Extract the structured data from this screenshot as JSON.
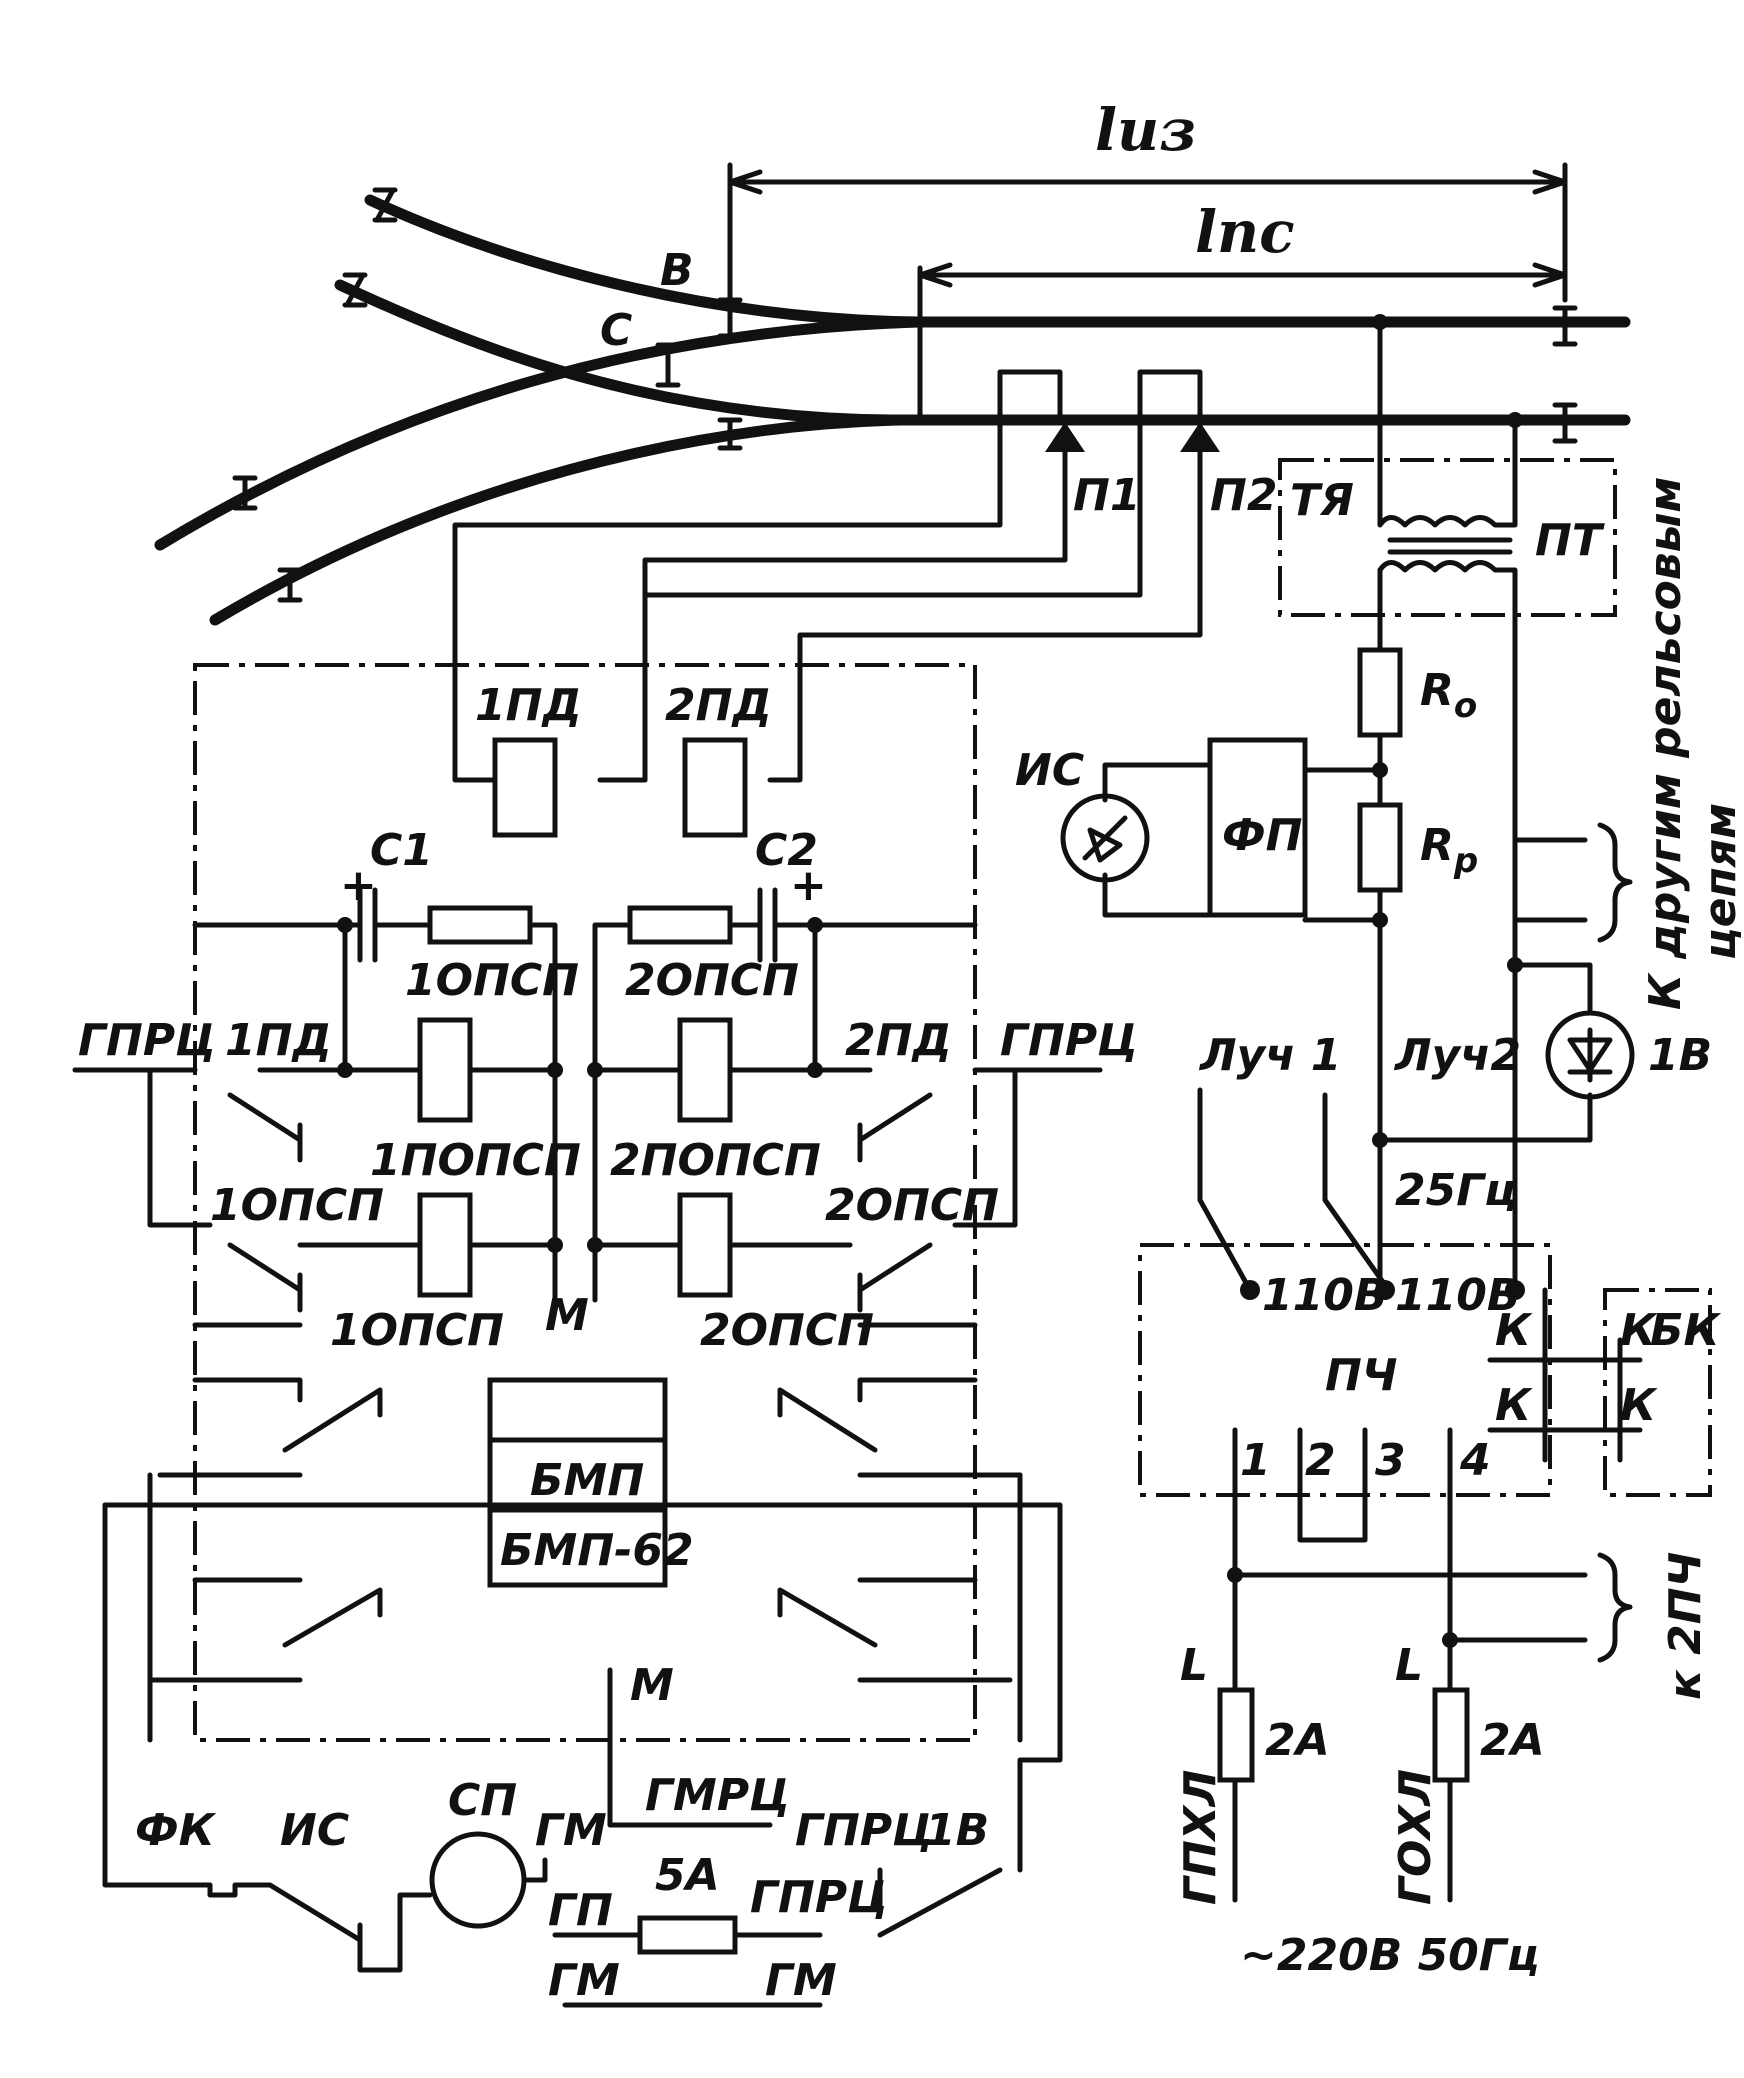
{
  "dimensions": {
    "l_iz": "lиз",
    "l_ps": "lпс"
  },
  "track": {
    "point_b": "В",
    "point_c": "С"
  },
  "sensors": {
    "p1": "П1",
    "p2": "П2"
  },
  "transformer": {
    "tya": "ТЯ",
    "pt": "ПТ"
  },
  "resistors": {
    "r0": "R",
    "r0_sub": "о",
    "rp": "R",
    "rp_sub": "р"
  },
  "filter": {
    "fp": "ФП",
    "is": "ИС"
  },
  "note_vertical": {
    "line1": "К другим рельсовым",
    "line2": "цепям"
  },
  "bmp": {
    "block_title": "БМП",
    "block_model": "БМП-62"
  },
  "relays": {
    "pd1": "1ПД",
    "pd2": "2ПД",
    "opsp1": "1ОПСП",
    "opsp2": "2ОПСП",
    "popsp1": "1ПОПСП",
    "popsp2": "2ПОПСП",
    "c1": "С1",
    "c2": "С2",
    "plus": "+"
  },
  "contacts": {
    "gprc": "ГПРЦ",
    "pd1": "1ПД",
    "pd2": "2ПД",
    "opsp1": "1ОПСП",
    "opsp2": "2ОПСП",
    "m": "М",
    "gmrc": "ГМРЦ"
  },
  "bottom": {
    "fk": "ФК",
    "is": "ИС",
    "sp": "СП",
    "gm": "ГМ",
    "gp": "ГП",
    "fuse": "5А",
    "gprc": "ГПРЦ",
    "v1": "1В"
  },
  "right": {
    "luch1": "Луч 1",
    "luch2": "Луч2",
    "freq": "25Гц",
    "v110a": "110В",
    "v110b": "110В",
    "pch": "ПЧ",
    "k": "К",
    "bk": "БК",
    "v1": "1В",
    "t1": "1",
    "t2": "2",
    "t3": "3",
    "t4": "4",
    "to2pch": "к 2ПЧ",
    "L": "L",
    "fuse": "2А",
    "gphl": "ГПХЛ",
    "gohl": "ГОХЛ",
    "supply": "~220В 50Гц"
  }
}
